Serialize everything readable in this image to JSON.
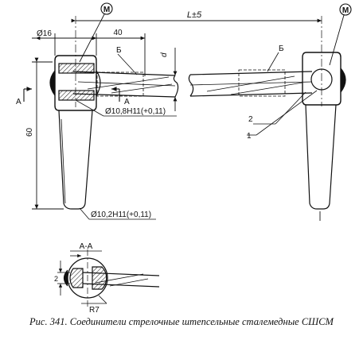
{
  "labels": {
    "m_left": "М",
    "m_right": "М",
    "dim_length": "L±5",
    "dim_d16": "Ø16",
    "dim_40": "40",
    "dim_d": "d",
    "section_b_left": "Б",
    "section_b_right": "Б",
    "section_a_left": "А",
    "section_a_right": "А",
    "dim_hole_1": "Ø10,8Н11(+0,11)",
    "dim_60": "60",
    "dim_hole_2": "Ø10,2Н11(+0,11)",
    "callout_1": "1",
    "callout_2": "2",
    "section_title": "А-А",
    "dim_small": "2",
    "dim_r7": "R7"
  },
  "caption": "Рис. 341. Соединители стрелочные штепсельные сталемедные СШСМ"
}
